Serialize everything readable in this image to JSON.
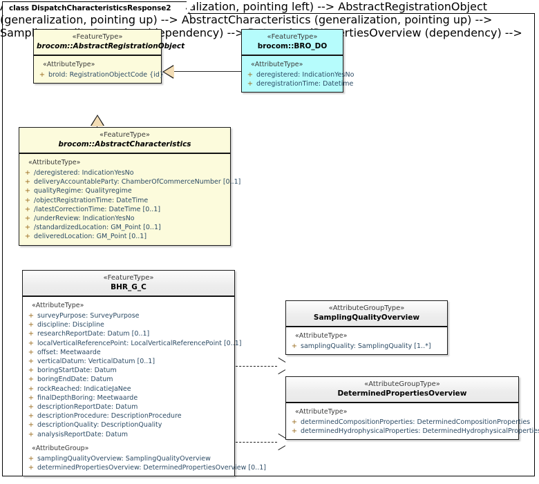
{
  "diagram": {
    "frame_label": "class DispatchCharacteristicsResponse2",
    "colors": {
      "feature_type_fill": "#fcfbdc",
      "bro_do_fill": "#b6fcfc",
      "group_type_fill": "#ffffff",
      "group_header_fill": "#ededed",
      "arrow_fill": "#f2dcb4",
      "attribute_text": "#2b4a64",
      "visibility_marker": "#9a6b1e"
    }
  },
  "nodes": {
    "abstract_registration_object": {
      "stereotype": "«FeatureType»",
      "name": "brocom::AbstractRegistrationObject",
      "abstract": true,
      "compartments": [
        {
          "label": "«AttributeType»",
          "attributes": [
            {
              "visibility": "+",
              "signature": "broId: RegistrationObjectCode {id}"
            }
          ]
        }
      ]
    },
    "bro_do": {
      "stereotype": "«FeatureType»",
      "name": "brocom::BRO_DO",
      "abstract": false,
      "compartments": [
        {
          "label": "«AttributeType»",
          "attributes": [
            {
              "visibility": "+",
              "signature": "deregistered: IndicationYesNo"
            },
            {
              "visibility": "+",
              "signature": "deregistrationTime: Datetime"
            }
          ]
        }
      ]
    },
    "abstract_characteristics": {
      "stereotype": "«FeatureType»",
      "name": "brocom::AbstractCharacteristics",
      "abstract": true,
      "compartments": [
        {
          "label": "«AttributeType»",
          "attributes": [
            {
              "visibility": "+",
              "signature": "/deregistered: IndicationYesNo"
            },
            {
              "visibility": "+",
              "signature": "deliveryAccountableParty: ChamberOfCommerceNumber [0..1]"
            },
            {
              "visibility": "+",
              "signature": "qualityRegime: Qualityregime"
            },
            {
              "visibility": "+",
              "signature": "/objectRegistrationTime: DateTime"
            },
            {
              "visibility": "+",
              "signature": "/latestCorrectionTime: DateTime [0..1]"
            },
            {
              "visibility": "+",
              "signature": "/underReview: IndicationYesNo"
            },
            {
              "visibility": "+",
              "signature": "/standardizedLocation: GM_Point [0..1]"
            },
            {
              "visibility": "+",
              "signature": "deliveredLocation: GM_Point [0..1]"
            }
          ]
        }
      ]
    },
    "bhr_g_c": {
      "stereotype": "«FeatureType»",
      "name": "BHR_G_C",
      "abstract": false,
      "compartments": [
        {
          "label": "«AttributeType»",
          "attributes": [
            {
              "visibility": "+",
              "signature": "surveyPurpose: SurveyPurpose"
            },
            {
              "visibility": "+",
              "signature": "discipline: Discipline"
            },
            {
              "visibility": "+",
              "signature": "researchReportDate: Datum [0..1]"
            },
            {
              "visibility": "+",
              "signature": "localVerticalReferencePoint: LocalVerticalReferencePoint [0..1]"
            },
            {
              "visibility": "+",
              "signature": "offset: Meetwaarde"
            },
            {
              "visibility": "+",
              "signature": "verticalDatum: VerticalDatum [0..1]"
            },
            {
              "visibility": "+",
              "signature": "boringStartDate: Datum"
            },
            {
              "visibility": "+",
              "signature": "boringEndDate: Datum"
            },
            {
              "visibility": "+",
              "signature": "rockReached: IndicatieJaNee"
            },
            {
              "visibility": "+",
              "signature": "finalDepthBoring: Meetwaarde"
            },
            {
              "visibility": "+",
              "signature": "descriptionReportDate: Datum"
            },
            {
              "visibility": "+",
              "signature": "descriptionProcedure: DescriptionProcedure"
            },
            {
              "visibility": "+",
              "signature": "descriptionQuality: DescriptionQuality"
            },
            {
              "visibility": "+",
              "signature": "analysisReportDate: Datum"
            }
          ]
        },
        {
          "label": "«AttributeGroup»",
          "attributes": [
            {
              "visibility": "+",
              "signature": "samplingQualityOverview: SamplingQualityOverview"
            },
            {
              "visibility": "+",
              "signature": "determinedPropertiesOverview: DeterminedPropertiesOverview [0..1]"
            }
          ]
        }
      ]
    },
    "sampling_quality_overview": {
      "stereotype": "«AttributeGroupType»",
      "name": "SamplingQualityOverview",
      "abstract": false,
      "compartments": [
        {
          "label": "«AttributeType»",
          "attributes": [
            {
              "visibility": "+",
              "signature": "samplingQuality: SamplingQuality [1..*]"
            }
          ]
        }
      ]
    },
    "determined_properties_overview": {
      "stereotype": "«AttributeGroupType»",
      "name": "DeterminedPropertiesOverview",
      "abstract": false,
      "compartments": [
        {
          "label": "«AttributeType»",
          "attributes": [
            {
              "visibility": "+",
              "signature": "determinedCompositionProperties: DeterminedCompositionProperties"
            },
            {
              "visibility": "+",
              "signature": "determinedHydrophysicalProperties: DeterminedHydrophysicalProperties"
            }
          ]
        }
      ]
    }
  },
  "connectors": [
    {
      "type": "generalization",
      "from": "bro_do",
      "to": "abstract_registration_object"
    },
    {
      "type": "generalization",
      "from": "abstract_characteristics",
      "to": "abstract_registration_object"
    },
    {
      "type": "generalization",
      "from": "bhr_g_c",
      "to": "abstract_characteristics"
    },
    {
      "type": "dependency",
      "from": "bhr_g_c",
      "to": "sampling_quality_overview"
    },
    {
      "type": "dependency",
      "from": "bhr_g_c",
      "to": "determined_properties_overview"
    }
  ]
}
